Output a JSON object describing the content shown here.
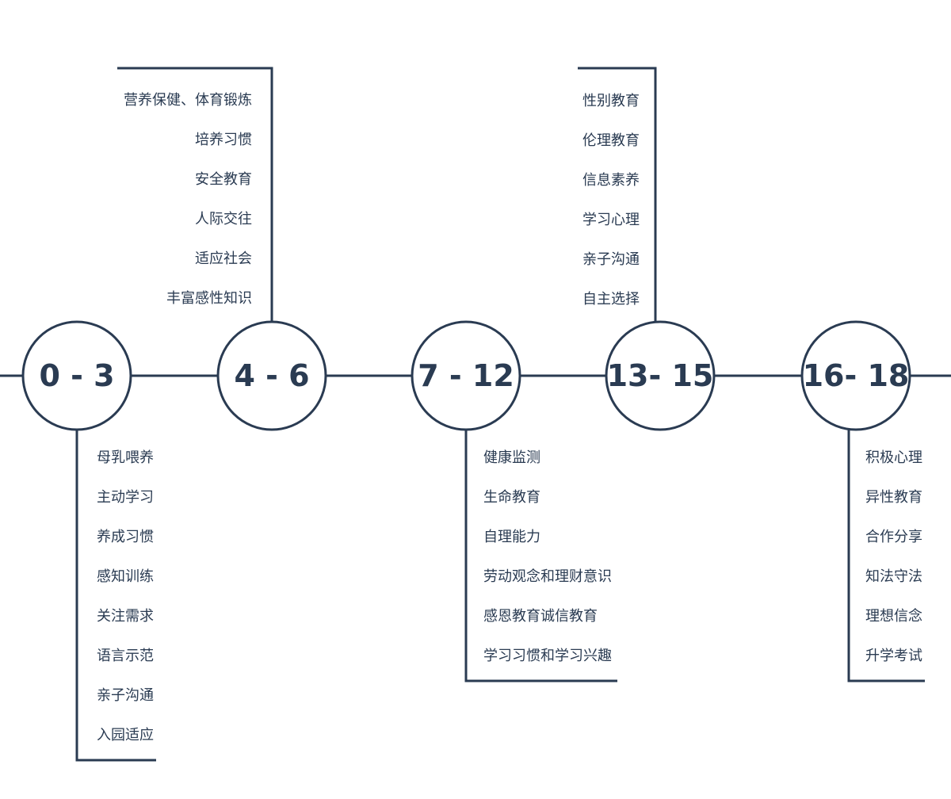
{
  "accent_color": "#2a3b52",
  "stages": [
    {
      "label": "0 - 3",
      "items": [
        "母乳喂养",
        "主动学习",
        "养成习惯",
        "感知训练",
        "关注需求",
        "语言示范",
        "亲子沟通",
        "入园适应"
      ]
    },
    {
      "label": "4 - 6",
      "items": [
        "营养保健、体育锻炼",
        "培养习惯",
        "安全教育",
        "人际交往",
        "适应社会",
        "丰富感性知识"
      ]
    },
    {
      "label": "7 - 12",
      "items": [
        "健康监测",
        "生命教育",
        "自理能力",
        "劳动观念和理财意识",
        "感恩教育诚信教育",
        "学习习惯和学习兴趣"
      ]
    },
    {
      "label": "13- 15",
      "items": [
        "性别教育",
        "伦理教育",
        "信息素养",
        "学习心理",
        "亲子沟通",
        "自主选择"
      ]
    },
    {
      "label": "16- 18",
      "items": [
        "积极心理",
        "异性教育",
        "合作分享",
        "知法守法",
        "理想信念",
        "升学考试"
      ]
    }
  ]
}
